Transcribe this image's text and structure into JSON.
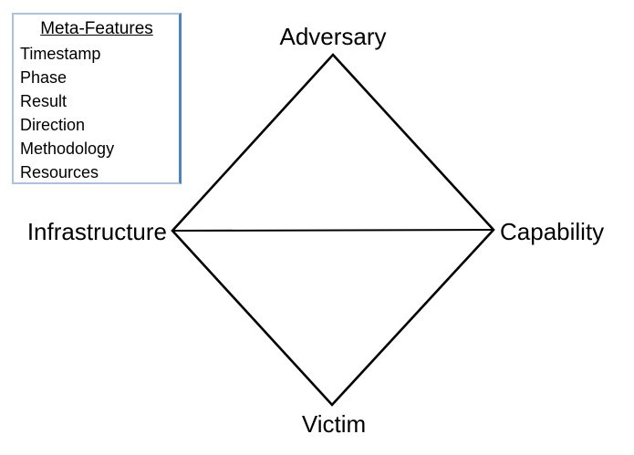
{
  "meta_features_box": {
    "title": "Meta-Features",
    "items": [
      "Timestamp",
      "Phase",
      "Result",
      "Direction",
      "Methodology",
      "Resources"
    ]
  },
  "diamond": {
    "top_label": "Adversary",
    "left_label": "Infrastructure",
    "right_label": "Capability",
    "bottom_label": "Victim"
  },
  "colors": {
    "line": "#000000",
    "box_border": "#a9c4e1",
    "box_border_right": "#4f81bd",
    "background": "#ffffff"
  }
}
